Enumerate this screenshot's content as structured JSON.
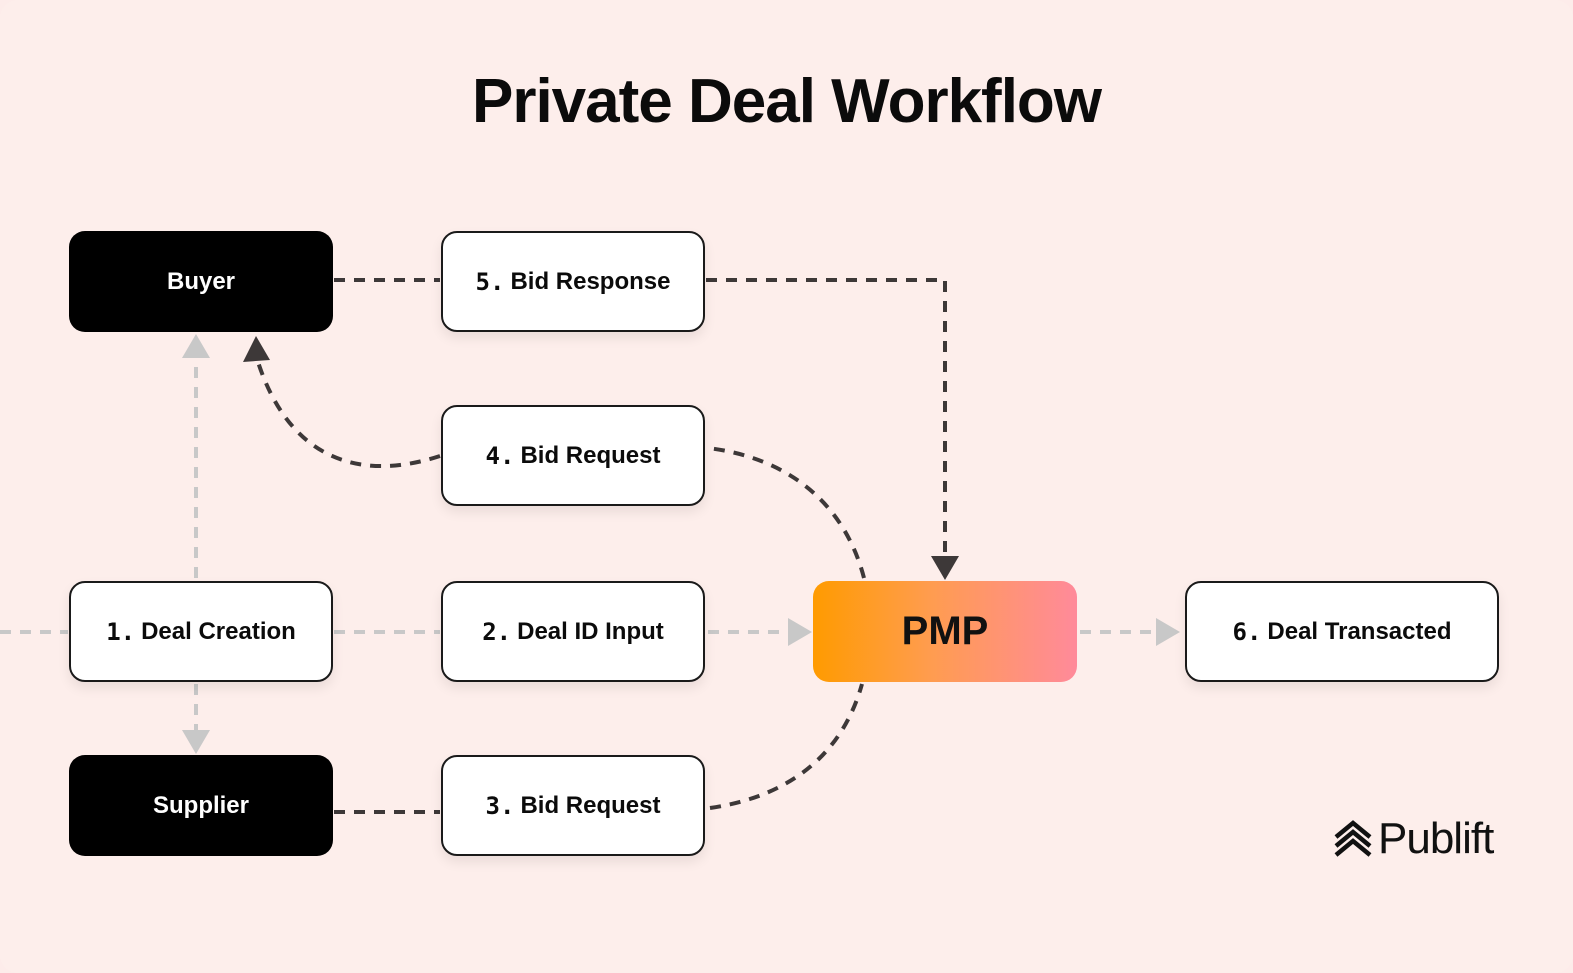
{
  "title": "Private Deal Workflow",
  "nodes": {
    "buyer": {
      "label": "Buyer"
    },
    "supplier": {
      "label": "Supplier"
    },
    "deal_creation": {
      "num": "1.",
      "label": "Deal Creation"
    },
    "deal_id_input": {
      "num": "2.",
      "label": "Deal ID Input"
    },
    "bid_request_3": {
      "num": "3.",
      "label": "Bid Request"
    },
    "bid_request_4": {
      "num": "4.",
      "label": "Bid Request"
    },
    "bid_response": {
      "num": "5.",
      "label": "Bid Response"
    },
    "deal_transacted": {
      "num": "6.",
      "label": "Deal Transacted"
    },
    "pmp": {
      "label": "PMP"
    }
  },
  "logo": {
    "text": "Publift",
    "icon": "publift-chevrons-icon"
  },
  "colors": {
    "background": "#fdeeeb",
    "dark_node": "#000000",
    "connector_dark": "#3d3838",
    "connector_light": "#c8c8c8",
    "pmp_gradient_start": "#ff9b00",
    "pmp_gradient_end": "#ff8a9a"
  }
}
